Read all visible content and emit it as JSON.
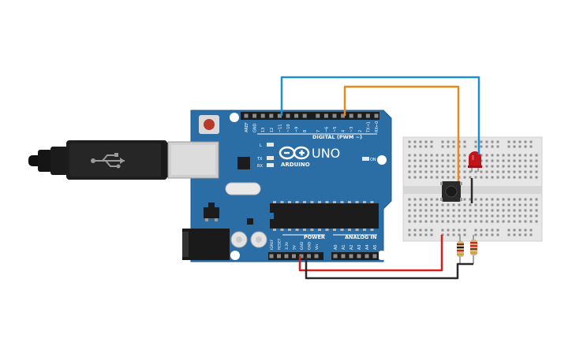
{
  "canvas": {
    "background": "#ffffff"
  },
  "board": {
    "logo_text": "ARDUINO",
    "model": "UNO",
    "digital_header": "DIGITAL (PWM ~)",
    "power_header": "POWER",
    "analog_header": "ANALOG IN",
    "on_label": "ON",
    "l_label": "L",
    "tx_label": "TX",
    "rx_label": "RX",
    "digital_pins": [
      "AREF",
      "GND",
      "13",
      "12",
      "~11",
      "~10",
      "~9",
      "8",
      "7",
      "~6",
      "~5",
      "4",
      "~3",
      "2",
      "TX→1",
      "RX←0"
    ],
    "power_pins": [
      "IOREF",
      "RESET",
      "3.3V",
      "5V",
      "GND",
      "GND",
      "Vin"
    ],
    "analog_pins": [
      "A0",
      "A1",
      "A2",
      "A3",
      "A4",
      "A5"
    ],
    "color": "#2b6ea6"
  },
  "usb_cable": {
    "icon": "usb-icon",
    "color": "#111111"
  },
  "breadboard": {
    "color": "#e6e6e6"
  },
  "components": {
    "led": {
      "color": "#c0151a"
    },
    "pushbutton": {
      "color": "#2a2a2a"
    },
    "resistor_count": 2
  },
  "wires": [
    {
      "id": "pin12-to-breadboard",
      "color": "#1f8fcf"
    },
    {
      "id": "pin4-to-pushbutton",
      "color": "#e8891a"
    },
    {
      "id": "5v-to-breadboard",
      "color": "#d62020"
    },
    {
      "id": "gnd-to-breadboard",
      "color": "#2a2a2a"
    }
  ]
}
